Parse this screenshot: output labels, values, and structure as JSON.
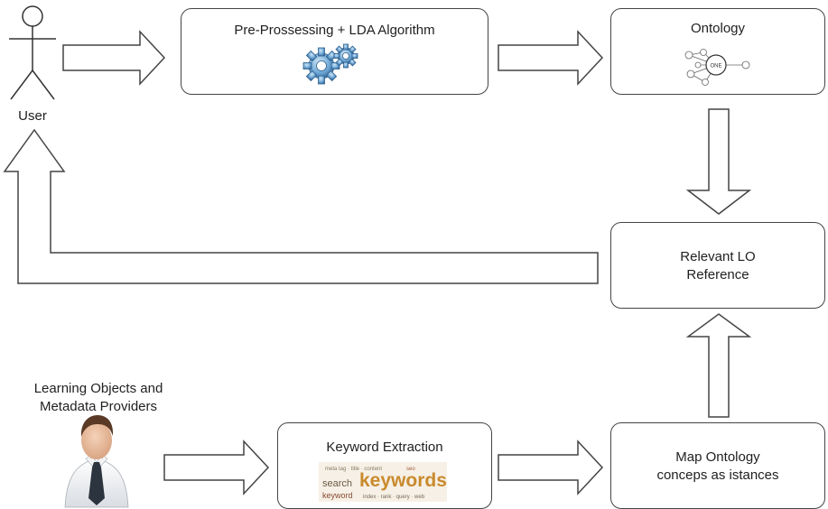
{
  "diagram": {
    "user_label": "User",
    "providers_label": "Learning Objects and\nMetadata Providers",
    "preprocessing_label": "Pre-Prossessing + LDA Algorithm",
    "ontology_label": "Ontology",
    "relevant_lo_label": "Relevant LO\nReference",
    "keyword_extraction_label": "Keyword Extraction",
    "map_ontology_label": "Map Ontology\nconceps as istances",
    "keywords_cloud": {
      "main_word": "keywords",
      "word_search": "search",
      "word_keyword": "keyword"
    },
    "ontology_graph": {
      "center_node": "ONE"
    }
  }
}
